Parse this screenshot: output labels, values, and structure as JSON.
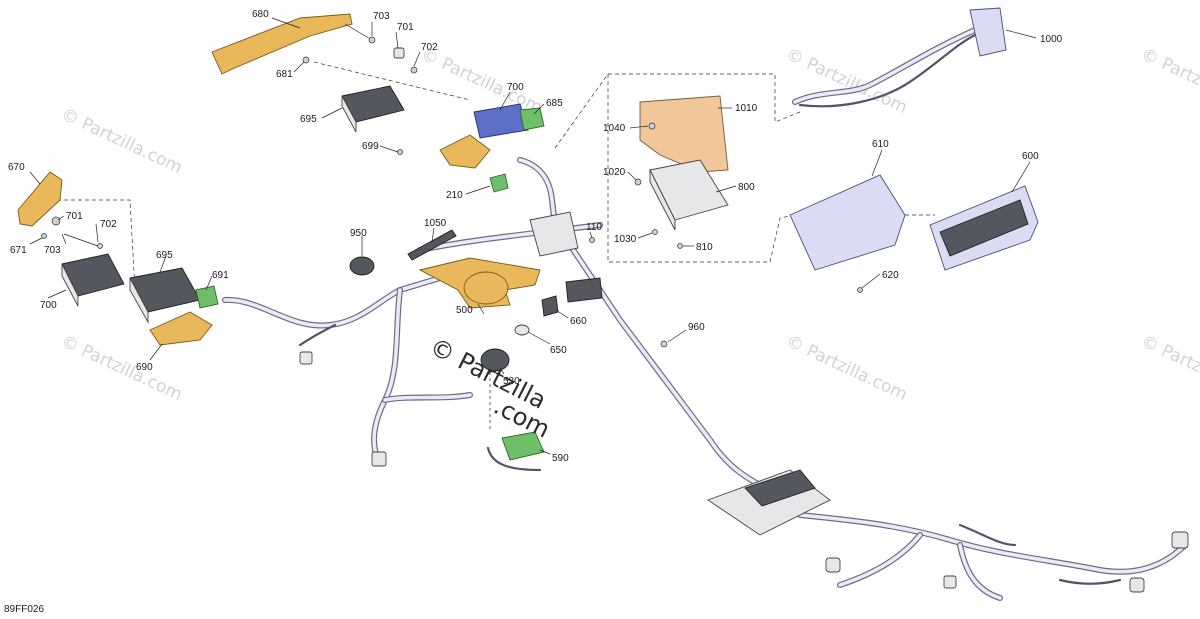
{
  "figure_code": "89FF026",
  "watermark": {
    "text": "© Partzilla.com",
    "main_line1": "© Partzilla",
    "main_line2": ".com"
  },
  "callouts": [
    {
      "id": "c680",
      "label": "680"
    },
    {
      "id": "c703a",
      "label": "703"
    },
    {
      "id": "c701a",
      "label": "701"
    },
    {
      "id": "c702a",
      "label": "702"
    },
    {
      "id": "c681",
      "label": "681"
    },
    {
      "id": "c700a",
      "label": "700"
    },
    {
      "id": "c685",
      "label": "685"
    },
    {
      "id": "c695a",
      "label": "695"
    },
    {
      "id": "c699",
      "label": "699"
    },
    {
      "id": "c210",
      "label": "210"
    },
    {
      "id": "c1000",
      "label": "1000"
    },
    {
      "id": "c1010",
      "label": "1010"
    },
    {
      "id": "c1040",
      "label": "1040"
    },
    {
      "id": "c1020",
      "label": "1020"
    },
    {
      "id": "c800",
      "label": "800"
    },
    {
      "id": "c1030",
      "label": "1030"
    },
    {
      "id": "c810",
      "label": "810"
    },
    {
      "id": "c110",
      "label": "110"
    },
    {
      "id": "c610",
      "label": "610"
    },
    {
      "id": "c600",
      "label": "600"
    },
    {
      "id": "c620",
      "label": "620"
    },
    {
      "id": "c670",
      "label": "670"
    },
    {
      "id": "c701b",
      "label": "701"
    },
    {
      "id": "c702b",
      "label": "702"
    },
    {
      "id": "c671",
      "label": "671"
    },
    {
      "id": "c703b",
      "label": "703"
    },
    {
      "id": "c700b",
      "label": "700"
    },
    {
      "id": "c695b",
      "label": "695"
    },
    {
      "id": "c691",
      "label": "691"
    },
    {
      "id": "c690",
      "label": "690"
    },
    {
      "id": "c950",
      "label": "950"
    },
    {
      "id": "c1050",
      "label": "1050"
    },
    {
      "id": "c500",
      "label": "500"
    },
    {
      "id": "c660",
      "label": "660"
    },
    {
      "id": "c650",
      "label": "650"
    },
    {
      "id": "c530",
      "label": "530"
    },
    {
      "id": "c590",
      "label": "590"
    },
    {
      "id": "c960",
      "label": "960"
    }
  ]
}
